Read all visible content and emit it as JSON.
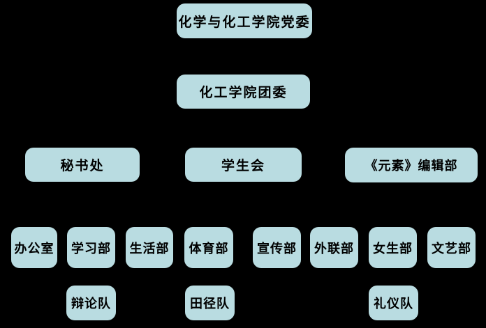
{
  "diagram": {
    "type": "org-chart",
    "background_color": "#000000",
    "node_fill_color": "#b9dce1",
    "node_text_color": "#000000",
    "nodes": [
      {
        "id": "party-committee",
        "level": 1,
        "label": "化学与化工学院党委"
      },
      {
        "id": "youth-league",
        "level": 2,
        "label": "化工学院团委"
      },
      {
        "id": "secretariat",
        "level": 3,
        "label": "秘书处"
      },
      {
        "id": "student-union",
        "level": 3,
        "label": "学生会"
      },
      {
        "id": "editorial-dept",
        "level": 3,
        "label": "《元素》编辑部"
      },
      {
        "id": "office",
        "level": 4,
        "label": "办公室"
      },
      {
        "id": "study-dept",
        "level": 4,
        "label": "学习部"
      },
      {
        "id": "life-dept",
        "level": 4,
        "label": "生活部"
      },
      {
        "id": "sports-dept",
        "level": 4,
        "label": "体育部"
      },
      {
        "id": "publicity-dept",
        "level": 4,
        "label": "宣传部"
      },
      {
        "id": "external-dept",
        "level": 4,
        "label": "外联部"
      },
      {
        "id": "girls-dept",
        "level": 4,
        "label": "女生部"
      },
      {
        "id": "arts-dept",
        "level": 4,
        "label": "文艺部"
      },
      {
        "id": "debate-team",
        "level": 5,
        "label": "辩论队"
      },
      {
        "id": "track-team",
        "level": 5,
        "label": "田径队"
      },
      {
        "id": "etiquette-team",
        "level": 5,
        "label": "礼仪队"
      }
    ]
  }
}
